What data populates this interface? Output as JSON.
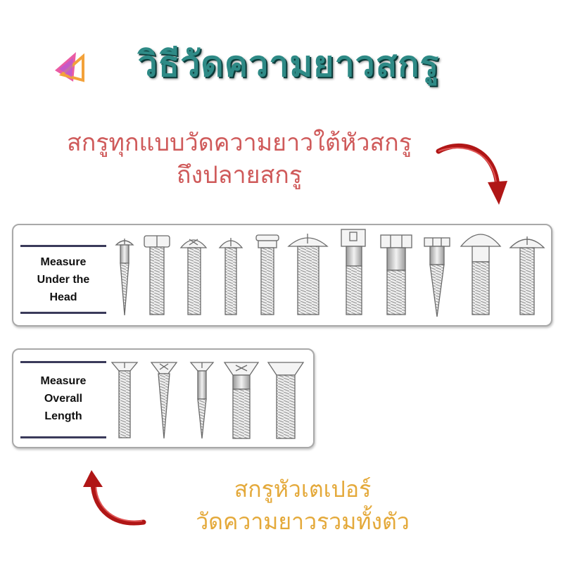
{
  "title": "วิธีวัดความยาวสกรู",
  "note_top": {
    "line1": "สกรูทุกแบบวัดความยาวใต้หัวสกรู",
    "line2": "ถึงปลายสกรู"
  },
  "panel_under_head": {
    "label": [
      "Measure",
      "Under the",
      "Head"
    ]
  },
  "panel_overall": {
    "label": [
      "Measure",
      "Overall",
      "Length"
    ]
  },
  "note_bottom": {
    "line1": "สกรูหัวเตเปอร์",
    "line2": "วัดความยาวรวมทั้งตัว"
  },
  "colors": {
    "title": "#2e8a86",
    "note_top": "#cf5a5a",
    "note_bottom": "#e4a93a",
    "arrow": "#b01616"
  }
}
